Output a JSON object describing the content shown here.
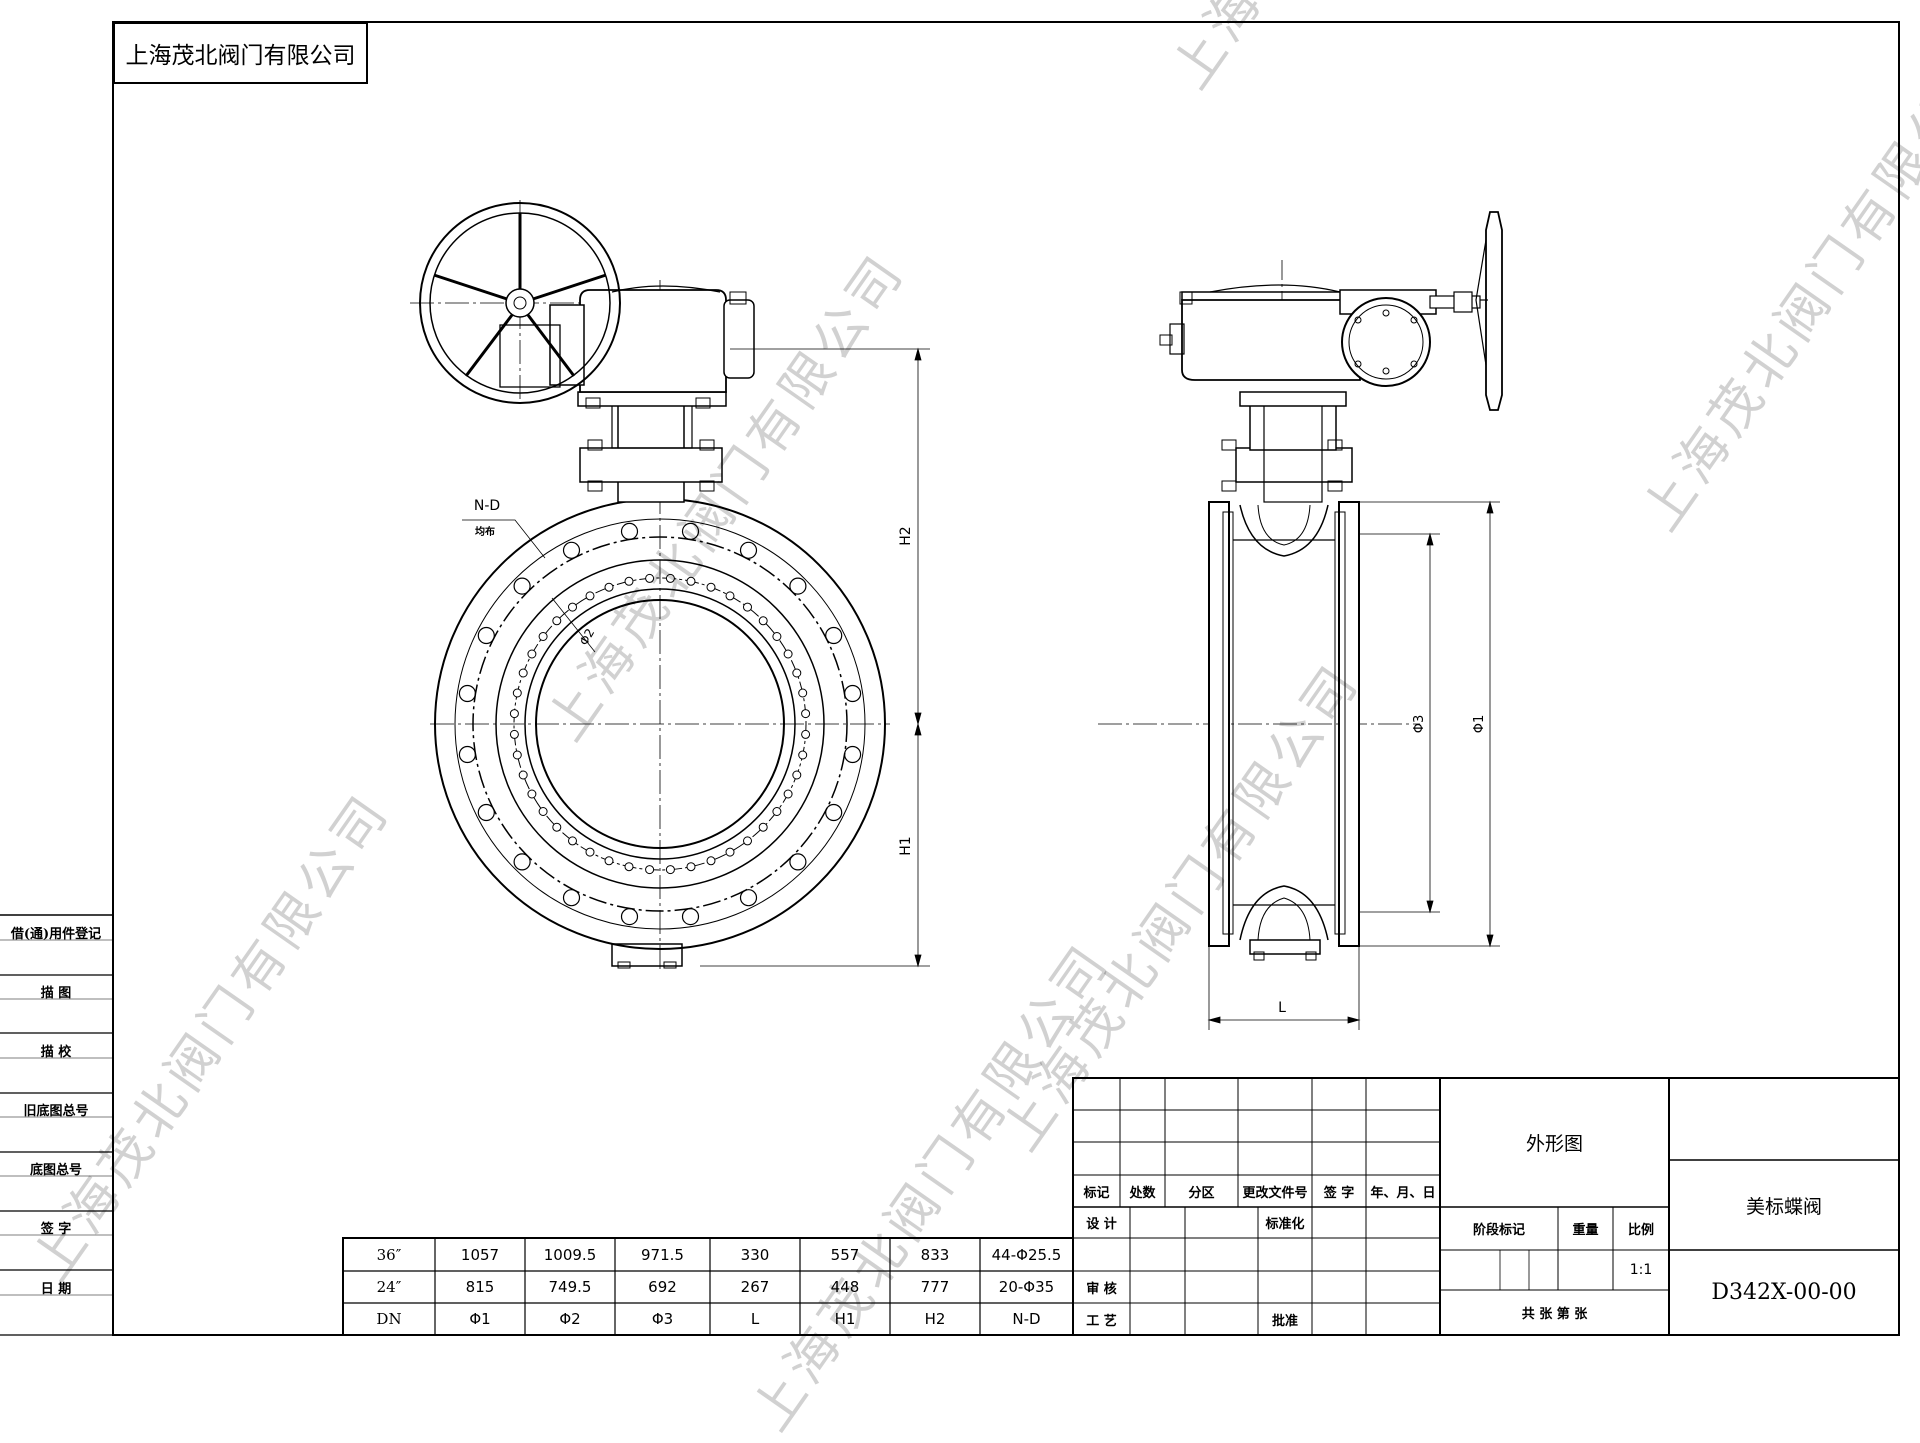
{
  "company": "上海茂北阀门有限公司",
  "side_labels": [
    "借(通)用件登记",
    "描 图",
    "描 校",
    "旧底图总号",
    "底图总号",
    "签 字",
    "日 期"
  ],
  "drawing_labels": {
    "nd": "N-D",
    "nd_note": "均布",
    "h2": "H2",
    "h1": "H1",
    "d2": "Φ2",
    "d3": "Φ3",
    "d1": "Φ1",
    "l": "L"
  },
  "spec_table": {
    "rows": [
      [
        "36″",
        "1057",
        "1009.5",
        "971.5",
        "330",
        "557",
        "833",
        "44-Φ25.5"
      ],
      [
        "24″",
        "815",
        "749.5",
        "692",
        "267",
        "448",
        "777",
        "20-Φ35"
      ],
      [
        "DN",
        "Φ1",
        "Φ2",
        "Φ3",
        "L",
        "H1",
        "H2",
        "N-D"
      ]
    ]
  },
  "title_block": {
    "revision_headers": [
      "标记",
      "处数",
      "分区",
      "更改文件号",
      "签 字",
      "年、月、日"
    ],
    "design": "设 计",
    "standardization": "标准化",
    "review": "审 核",
    "process": "工 艺",
    "approve": "批准",
    "stage_mark": "阶段标记",
    "weight": "重量",
    "scale": "比例",
    "scale_value": "1:1",
    "sheets": "共   张   第   张",
    "drawing_name": "外形图",
    "product_name": "美标蝶阀",
    "drawing_number": "D342X-00-00"
  },
  "watermarks": [
    "上海茂北阀门有限公司",
    "上海茂北阀门有限公司",
    "上海茂北阀门有限公司",
    "上海茂北阀门有限公司",
    "上海茂北阀门有限公司",
    "上海茂北阀门有限公司"
  ]
}
